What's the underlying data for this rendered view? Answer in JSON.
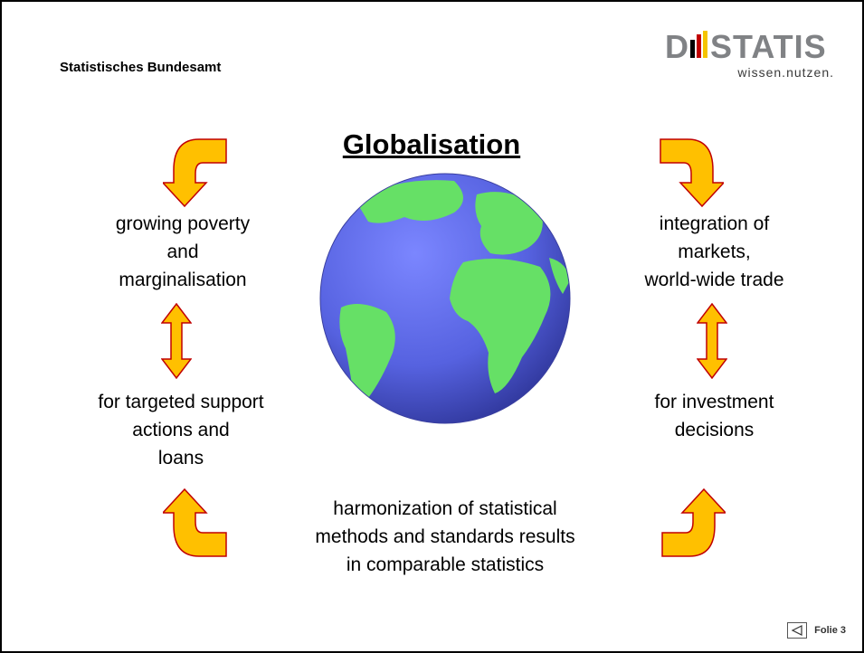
{
  "header": {
    "organization": "Statistisches Bundesamt",
    "logo_text": "DESTATIS",
    "logo_tagline": "wissen.nutzen."
  },
  "title": "Globalisation",
  "labels": {
    "top_left": "growing poverty\nand\nmarginalisation",
    "mid_left": "for targeted support\nactions and\nloans",
    "top_right": "integration of\nmarkets,\nworld-wide trade",
    "mid_right": "for investment\ndecisions",
    "bottom": "harmonization of statistical\nmethods and standards results\nin comparable statistics"
  },
  "footer": {
    "slide_label": "Folie 3"
  },
  "colors": {
    "arrow_fill": "#FFC000",
    "arrow_stroke": "#C00000",
    "ocean": "#5662E0",
    "land": "#66E066",
    "logo_gray": "#808285"
  },
  "icons": {
    "globe": "earth-globe-icon",
    "nav": "triangle-left-icon"
  }
}
